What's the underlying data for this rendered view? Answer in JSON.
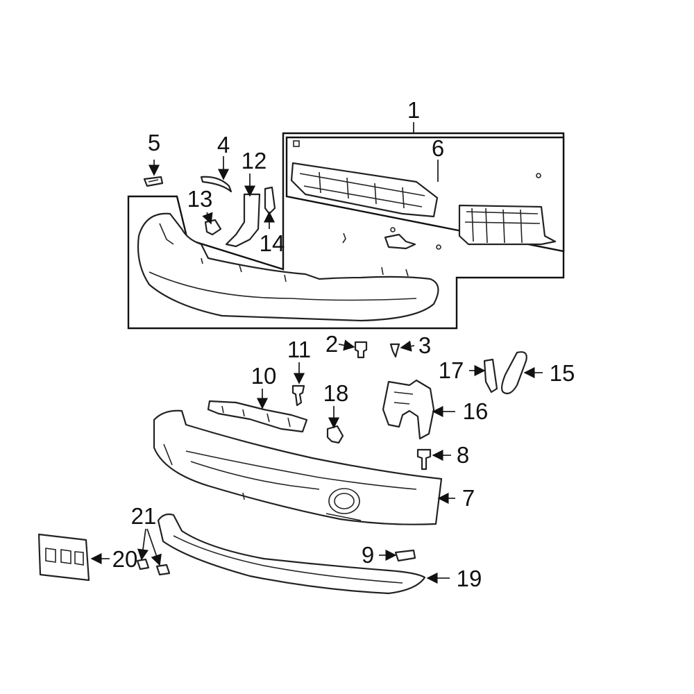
{
  "callouts": {
    "c1": "1",
    "c2": "2",
    "c3": "3",
    "c4": "4",
    "c5": "5",
    "c6": "6",
    "c7": "7",
    "c8": "8",
    "c9": "9",
    "c10": "10",
    "c11": "11",
    "c12": "12",
    "c13": "13",
    "c14": "14",
    "c15": "15",
    "c16": "16",
    "c17": "17",
    "c18": "18",
    "c19": "19",
    "c20": "20",
    "c21": "21"
  },
  "colors": {
    "line": "#222222",
    "background": "#ffffff"
  }
}
